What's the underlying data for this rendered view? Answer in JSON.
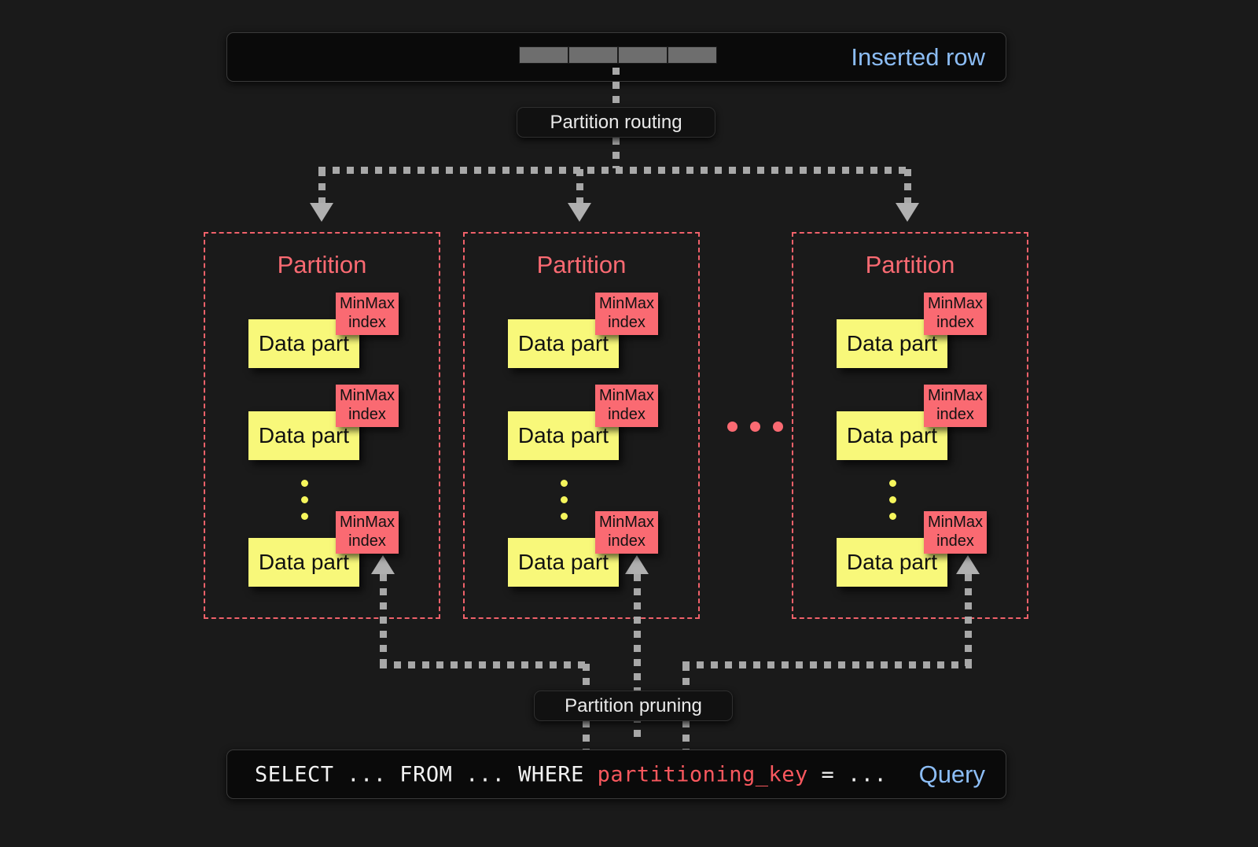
{
  "diagram": {
    "title": "ClickHouse partition routing and partition pruning",
    "background_color": "#1a1a1a",
    "accent_colors": {
      "partition_red": "#fa6a72",
      "data_part_yellow": "#f8f87a",
      "label_blue": "#8cbdf5",
      "connector_gray": "#a8a8a8"
    }
  },
  "top_bar": {
    "label": "Inserted row",
    "cell_count": 4
  },
  "routing": {
    "label": "Partition routing"
  },
  "pruning": {
    "label": "Partition pruning"
  },
  "partitions": [
    {
      "title": "Partition",
      "parts": [
        {
          "part_label": "Data part",
          "index_line1": "MinMax",
          "index_line2": "index"
        },
        {
          "part_label": "Data part",
          "index_line1": "MinMax",
          "index_line2": "index"
        },
        {
          "part_label": "Data part",
          "index_line1": "MinMax",
          "index_line2": "index"
        }
      ]
    },
    {
      "title": "Partition",
      "parts": [
        {
          "part_label": "Data part",
          "index_line1": "MinMax",
          "index_line2": "index"
        },
        {
          "part_label": "Data part",
          "index_line1": "MinMax",
          "index_line2": "index"
        },
        {
          "part_label": "Data part",
          "index_line1": "MinMax",
          "index_line2": "index"
        }
      ]
    },
    {
      "title": "Partition",
      "parts": [
        {
          "part_label": "Data part",
          "index_line1": "MinMax",
          "index_line2": "index"
        },
        {
          "part_label": "Data part",
          "index_line1": "MinMax",
          "index_line2": "index"
        },
        {
          "part_label": "Data part",
          "index_line1": "MinMax",
          "index_line2": "index"
        }
      ]
    }
  ],
  "bottom_bar": {
    "label": "Query",
    "query_prefix": "SELECT ... FROM ... WHERE ",
    "query_key": "partitioning_key",
    "query_suffix": " = ..."
  }
}
